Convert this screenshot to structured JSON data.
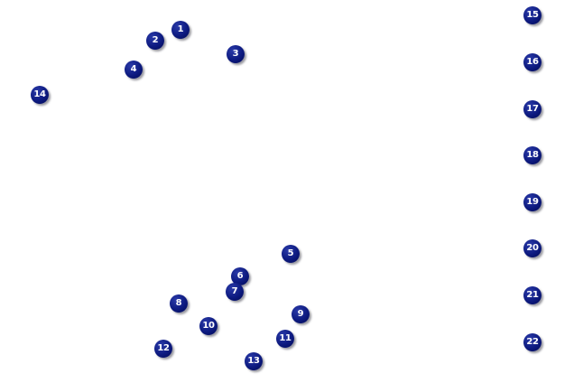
{
  "marker_color": "#0d1a80",
  "markers": [
    {
      "label": "1"
    },
    {
      "label": "2"
    },
    {
      "label": "3"
    },
    {
      "label": "4"
    },
    {
      "label": "5"
    },
    {
      "label": "6"
    },
    {
      "label": "7"
    },
    {
      "label": "8"
    },
    {
      "label": "9"
    },
    {
      "label": "10"
    },
    {
      "label": "11"
    },
    {
      "label": "12"
    },
    {
      "label": "13"
    },
    {
      "label": "14"
    },
    {
      "label": "15"
    },
    {
      "label": "16"
    },
    {
      "label": "17"
    },
    {
      "label": "18"
    },
    {
      "label": "19"
    },
    {
      "label": "20"
    },
    {
      "label": "21"
    },
    {
      "label": "22"
    }
  ]
}
